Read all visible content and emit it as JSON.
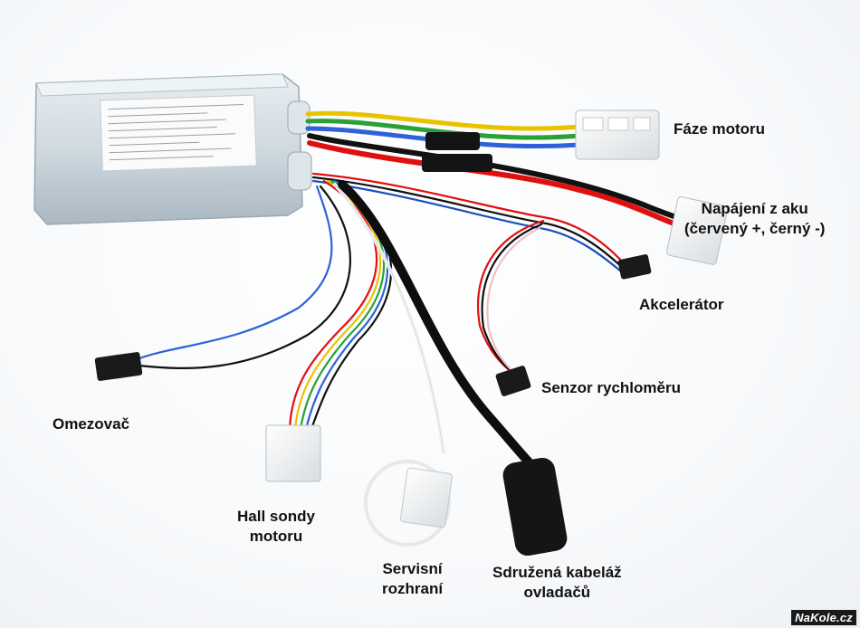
{
  "labels": {
    "phase": "Fáze motoru",
    "power_line1": "Napájení z aku",
    "power_line2": "(červený +, černý -)",
    "throttle": "Akcelerátor",
    "speed_sensor": "Senzor rychloměru",
    "limiter": "Omezovač",
    "hall_line1": "Hall sondy",
    "hall_line2": "motoru",
    "service_line1": "Servisní",
    "service_line2": "rozhraní",
    "combined_line1": "Sdružená kabeláž",
    "combined_line2": "ovladačů"
  },
  "watermark": "NaKole.cz",
  "colors": {
    "casing": "#c9d4dc",
    "wire_red": "#e01010",
    "wire_black": "#111111",
    "wire_yellow": "#e8c400",
    "wire_green": "#2aa136",
    "wire_blue": "#2f62d8",
    "connector_white": "#f4f4f4"
  }
}
